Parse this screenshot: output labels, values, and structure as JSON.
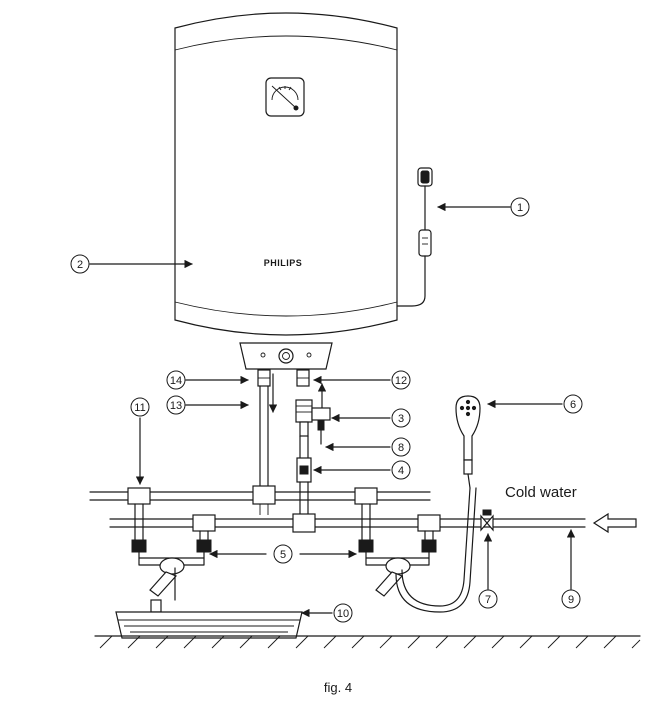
{
  "diagram": {
    "brand": "PHILIPS",
    "water_label": "Cold water",
    "caption": "fig. 4",
    "callouts": [
      "1",
      "2",
      "3",
      "4",
      "5",
      "6",
      "7",
      "8",
      "9",
      "10",
      "11",
      "12",
      "13",
      "14"
    ]
  }
}
